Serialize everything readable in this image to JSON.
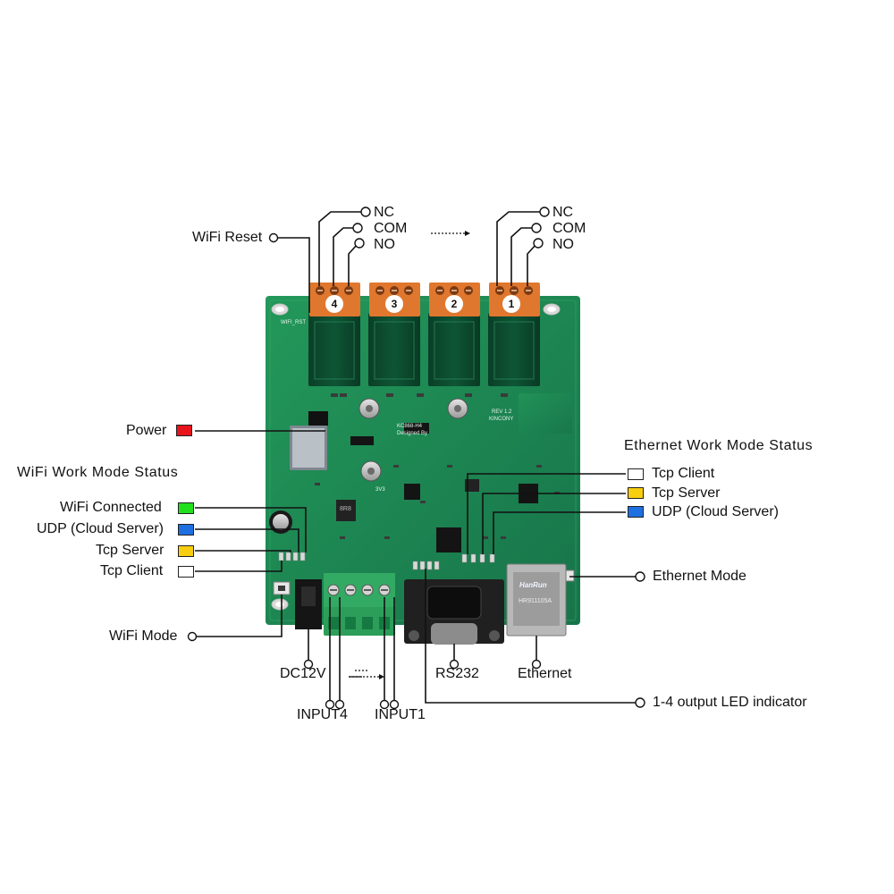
{
  "headers": {
    "wifi_status": "WiFi Work Mode Status",
    "ethernet_status": "Ethernet Work Mode Status"
  },
  "relays": {
    "terminal_labels": [
      "NC",
      "COM",
      "NO"
    ],
    "numbers": [
      "4",
      "3",
      "2",
      "1"
    ]
  },
  "labels": {
    "wifi_reset": "WiFi Reset",
    "power": "Power",
    "wifi_connected": "WiFi Connected",
    "wifi_udp": "UDP (Cloud Server)",
    "wifi_tcp_server": "Tcp Server",
    "wifi_tcp_client": "Tcp Client",
    "wifi_mode": "WiFi Mode",
    "dc12v": "DC12V",
    "input4": "INPUT4",
    "input1": "INPUT1",
    "rs232": "RS232",
    "ethernet": "Ethernet",
    "output_led": "1-4 output LED indicator",
    "eth_tcp_client": "Tcp Client",
    "eth_tcp_server": "Tcp Server",
    "eth_udp": "UDP (Cloud Server)",
    "ethernet_mode": "Ethernet Mode"
  },
  "board_marks": {
    "model": "KC868-H4",
    "designed_by": "Designed By",
    "rev": "REV 1.2",
    "brand": "KINCONY",
    "wifi_rst": "WIFI_RST",
    "regulator": "3V3",
    "inductor": "8R8",
    "rj45_brand": "HanRun",
    "rj45_model": "HR911105A"
  },
  "colors": {
    "power": "#e8141c",
    "wifi_connected": "#22e01e",
    "udp": "#1e6fe0",
    "tcp_server": "#f7ce10",
    "tcp_client": "#ffffff",
    "pcb": "#1f8a4f",
    "terminal_orange": "#e0772e",
    "terminal_green": "#2c9e5a"
  }
}
